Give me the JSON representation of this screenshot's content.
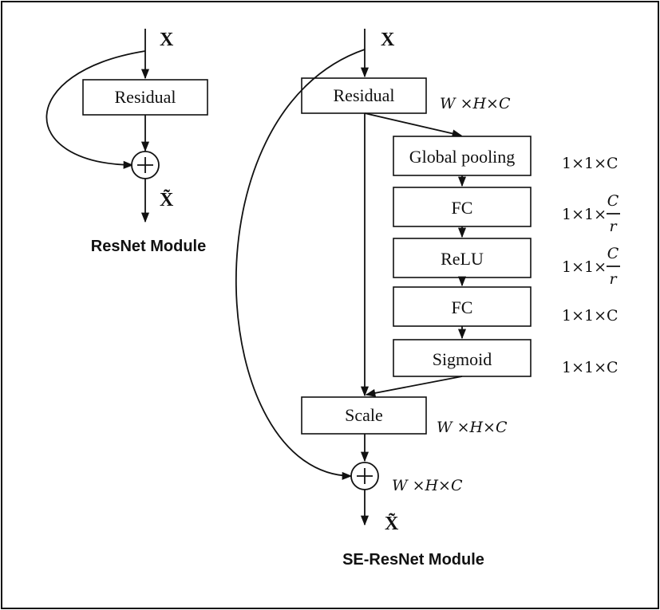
{
  "resnet": {
    "input_label": "X",
    "output_label": "X̃",
    "residual_label": "Residual",
    "caption": "ResNet Module"
  },
  "se_resnet": {
    "input_label": "X",
    "output_label": "X̃",
    "residual_label": "Residual",
    "global_pooling_label": "Global pooling",
    "fc1_label": "FC",
    "relu_label": "ReLU",
    "fc2_label": "FC",
    "sigmoid_label": "Sigmoid",
    "scale_label": "Scale",
    "caption": "SE-ResNet Module",
    "dim_residual": "W ×H×C",
    "dim_global_pooling": "1×1×C",
    "dim_fc1_prefix": "1×1×",
    "dim_fc1_num": "C",
    "dim_fc1_den": "r",
    "dim_relu_prefix": "1×1×",
    "dim_relu_num": "C",
    "dim_relu_den": "r",
    "dim_fc2": "1×1×C",
    "dim_sigmoid": "1×1×C",
    "dim_scale": "W ×H×C",
    "dim_sum": "W ×H×C"
  }
}
